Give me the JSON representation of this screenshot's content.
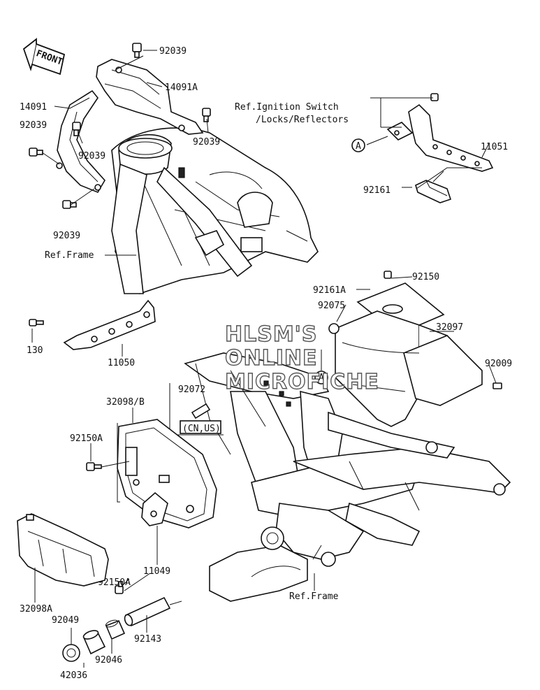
{
  "diagram": {
    "front_badge": "FRONT",
    "watermark": [
      "HLSM'S",
      "ONLINE",
      "MICROFICHE"
    ],
    "part_labels": {
      "p92039_top": "92039",
      "p14091A": "14091A",
      "p14091": "14091",
      "p92039_left": "92039",
      "p92039_mid": "92039",
      "p92039_right": "92039",
      "p92039_low": "92039",
      "p11051": "11051",
      "p92161": "92161",
      "p92150_top": "92150",
      "p92161A": "92161A",
      "p92075": "92075",
      "p32097": "32097",
      "p92009": "92009",
      "p130": "130",
      "p11050": "11050",
      "p92072": "92072",
      "p32098B": "32098/B",
      "p92150A_top": "92150A",
      "p92150A_low": "92150A",
      "p11049": "11049",
      "p32098A": "32098A",
      "p92049": "92049",
      "p92046": "92046",
      "p42036": "42036",
      "p92143": "92143"
    },
    "ref_labels": {
      "ignition_line1": "Ref.Ignition Switch",
      "ignition_line2": "/Locks/Reflectors",
      "frame_top": "Ref.Frame",
      "frame_bottom": "Ref.Frame",
      "cn_us": "(CN,US)"
    },
    "callout_A": "A"
  }
}
